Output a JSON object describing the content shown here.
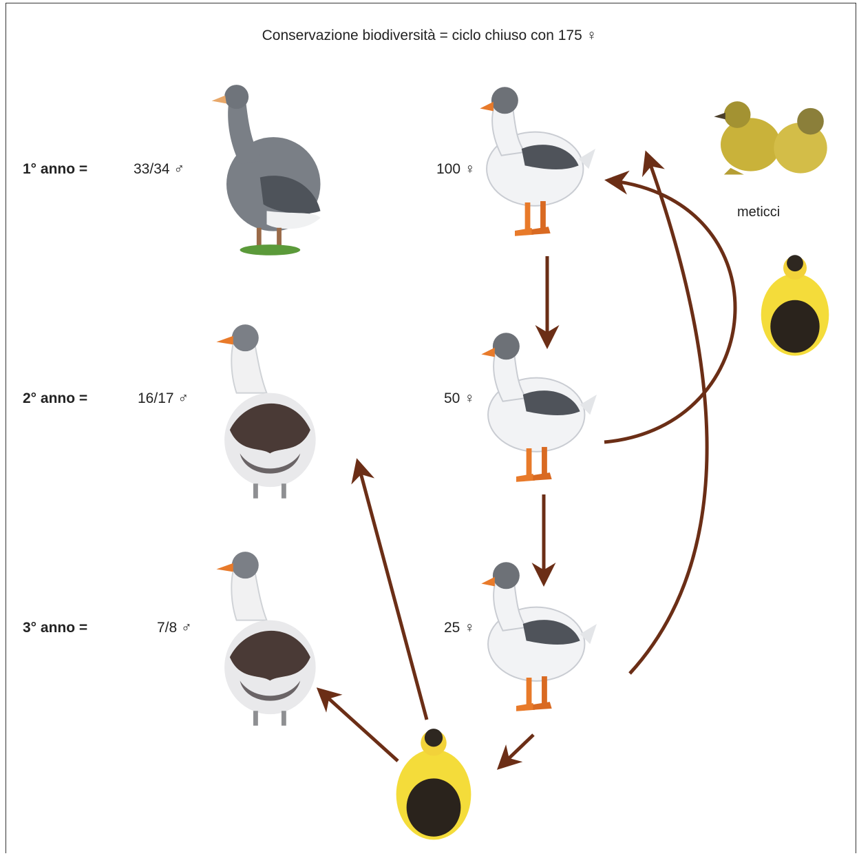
{
  "title": "Conservazione biodiversità = ciclo chiuso con 175 ♀",
  "rows": [
    {
      "year_label": "1° anno =",
      "male_count": "33/34 ♂",
      "female_count": "100 ♀"
    },
    {
      "year_label": "2° anno =",
      "male_count": "16/17 ♂",
      "female_count": "50 ♀"
    },
    {
      "year_label": "3° anno =",
      "male_count": "7/8 ♂",
      "female_count": "25 ♀"
    }
  ],
  "hybrids_label": "meticci",
  "colors": {
    "arrow": "#6b2e16",
    "grey_goose": "#7a7f86",
    "white_body": "#f2f3f5",
    "beak": "#e87a2a",
    "gosling": "#f4dc3a"
  }
}
